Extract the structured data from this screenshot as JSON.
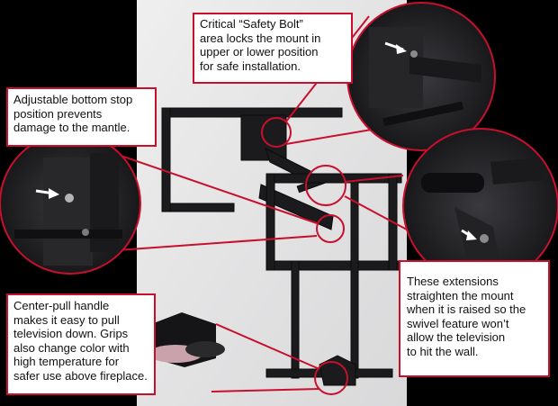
{
  "colors": {
    "background": "#000000",
    "wall": "#e9e9ea",
    "mount_metal": "#1b1b1d",
    "callout_border": "#c8102e",
    "leader_line": "#c8102e",
    "callout_fill": "#ffffff"
  },
  "callouts": {
    "safety_bolt": "Critical “Safety Bolt”\narea locks the mount in\nupper or lower position\nfor safe installation.",
    "bottom_stop": "Adjustable bottom stop\nposition prevents\ndamage to the mantle.",
    "center_handle": "Center-pull handle\nmakes it easy to pull\ntelevision down.  Grips\nalso change color with\nhigh temperature for\nsafer use above fireplace.",
    "extensions": "These extensions\nstraighten the mount\nwhen it is raised so the\nswivel feature won’t\nallow the television\nto hit the wall."
  },
  "icons": {
    "arrow": "arrow-icon"
  }
}
